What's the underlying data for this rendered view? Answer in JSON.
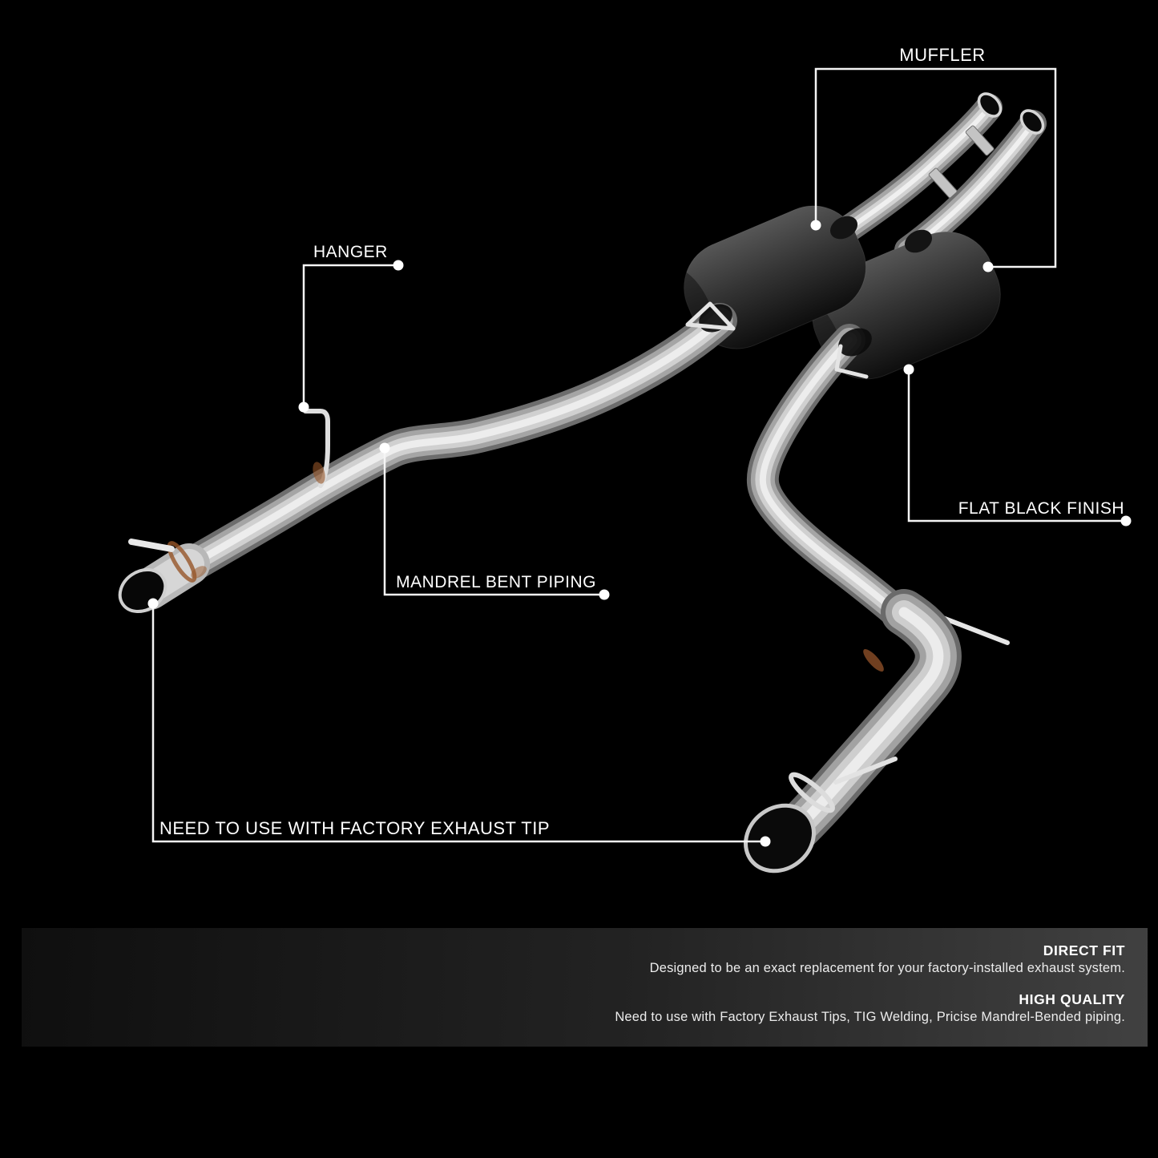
{
  "callouts": {
    "muffler": {
      "label": "MUFFLER"
    },
    "hanger": {
      "label": "HANGER"
    },
    "mandrel_bent_piping": {
      "label": "MANDREL BENT PIPING"
    },
    "flat_black_finish": {
      "label": "FLAT BLACK FINISH"
    },
    "factory_exhaust_tip": {
      "label": "NEED TO USE WITH FACTORY EXHAUST TIP"
    }
  },
  "footer": {
    "sections": [
      {
        "title": "DIRECT FIT",
        "description": "Designed to be an exact replacement for your factory-installed exhaust system."
      },
      {
        "title": "HIGH QUALITY",
        "description": "Need to use with Factory Exhaust Tips, TIG Welding, Pricise Mandrel-Bended piping."
      }
    ]
  },
  "colors": {
    "background": "#000000",
    "callout_line": "#f5f5f5",
    "label_text": "#ffffff",
    "footer_band_left": "#0f0f0f",
    "footer_band_right": "#414141",
    "muffler_finish": "#333333",
    "pipe_steel": "#c9c9c9"
  }
}
